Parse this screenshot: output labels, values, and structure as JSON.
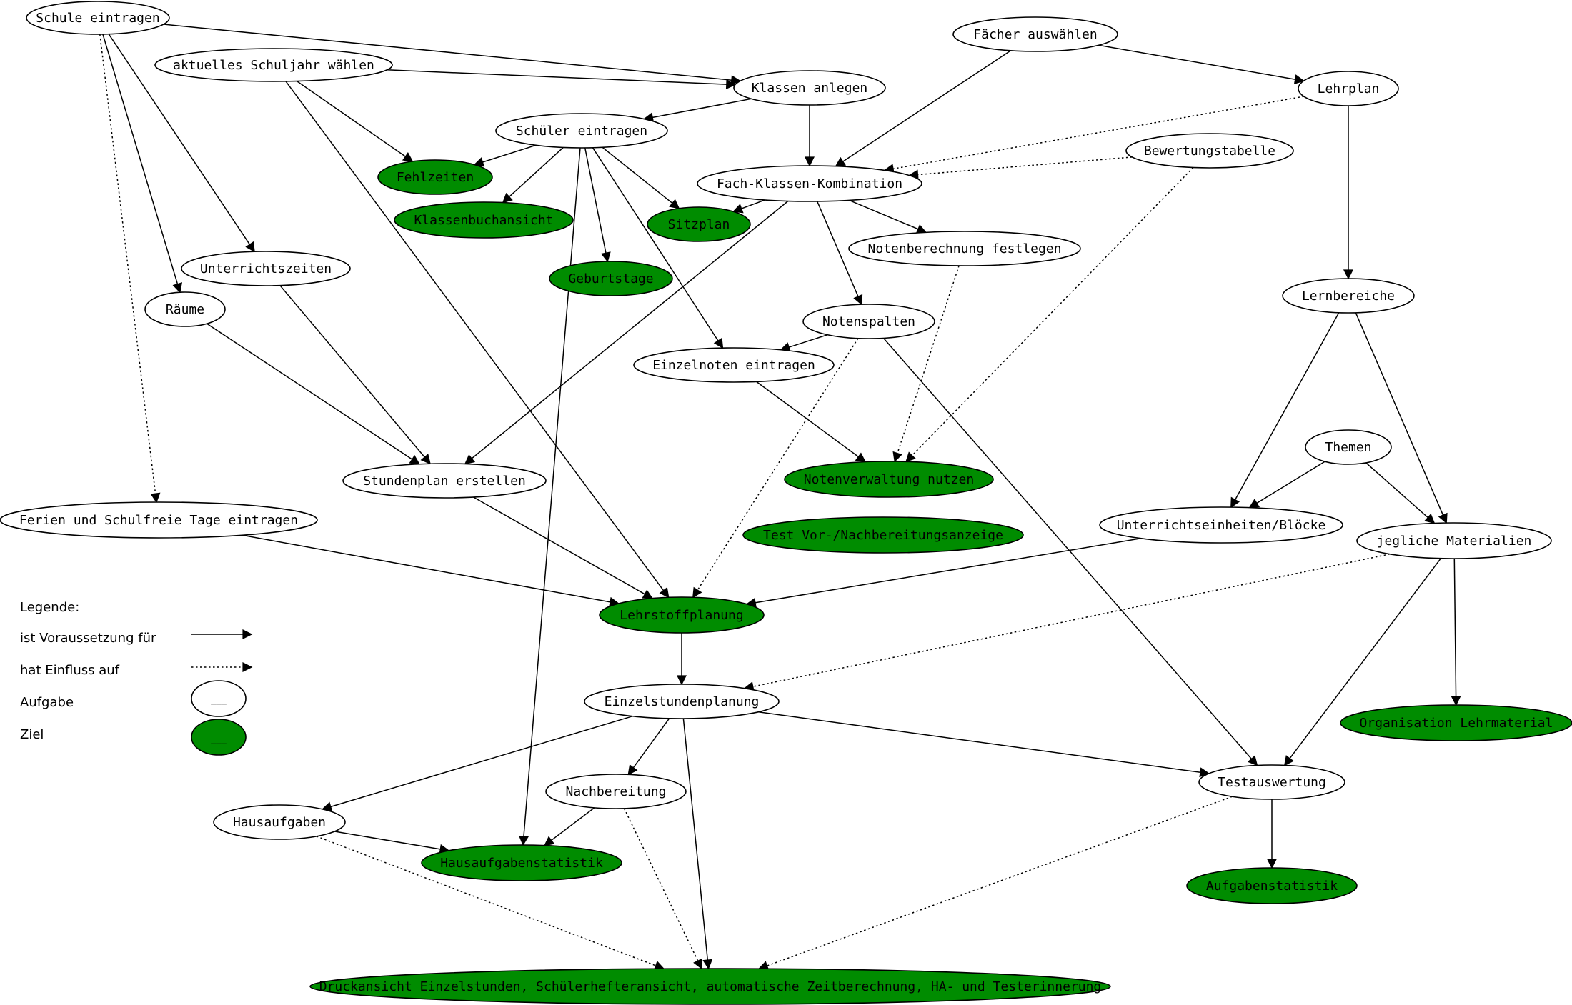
{
  "colors": {
    "goal": "#008c00",
    "task": "#ffffff",
    "stroke": "#000000"
  },
  "nodes": [
    {
      "id": "schule",
      "label": "Schule eintragen",
      "kind": "task"
    },
    {
      "id": "schuljahr",
      "label": "aktuelles Schuljahr wählen",
      "kind": "task"
    },
    {
      "id": "klassen",
      "label": "Klassen anlegen",
      "kind": "task"
    },
    {
      "id": "faecher",
      "label": "Fächer auswählen",
      "kind": "task"
    },
    {
      "id": "lehrplan",
      "label": "Lehrplan",
      "kind": "task"
    },
    {
      "id": "schueler",
      "label": "Schüler eintragen",
      "kind": "task"
    },
    {
      "id": "bewertung",
      "label": "Bewertungstabelle",
      "kind": "task"
    },
    {
      "id": "fehlzeiten",
      "label": "Fehlzeiten",
      "kind": "goal"
    },
    {
      "id": "fachklassen",
      "label": "Fach-Klassen-Kombination",
      "kind": "task"
    },
    {
      "id": "klassenbuch",
      "label": "Klassenbuchansicht",
      "kind": "goal"
    },
    {
      "id": "sitzplan",
      "label": "Sitzplan",
      "kind": "goal"
    },
    {
      "id": "notenberechnung",
      "label": "Notenberechnung festlegen",
      "kind": "task"
    },
    {
      "id": "unterrichtszeiten",
      "label": "Unterrichtszeiten",
      "kind": "task"
    },
    {
      "id": "geburtstage",
      "label": "Geburtstage",
      "kind": "goal"
    },
    {
      "id": "lernbereiche",
      "label": "Lernbereiche",
      "kind": "task"
    },
    {
      "id": "raeume",
      "label": "Räume",
      "kind": "task"
    },
    {
      "id": "notenspalten",
      "label": "Notenspalten",
      "kind": "task"
    },
    {
      "id": "einzelnoten",
      "label": "Einzelnoten eintragen",
      "kind": "task"
    },
    {
      "id": "themen",
      "label": "Themen",
      "kind": "task"
    },
    {
      "id": "notenverwaltung",
      "label": "Notenverwaltung nutzen",
      "kind": "goal"
    },
    {
      "id": "stundenplan",
      "label": "Stundenplan erstellen",
      "kind": "task"
    },
    {
      "id": "ferien",
      "label": "Ferien und Schulfreie Tage eintragen",
      "kind": "task"
    },
    {
      "id": "ue",
      "label": "Unterrichtseinheiten/Blöcke",
      "kind": "task"
    },
    {
      "id": "test_vor",
      "label": "Test Vor-/Nachbereitungsanzeige",
      "kind": "goal"
    },
    {
      "id": "materialien",
      "label": "jegliche Materialien",
      "kind": "task"
    },
    {
      "id": "lehrstoff",
      "label": "Lehrstoffplanung",
      "kind": "goal"
    },
    {
      "id": "einzelstunden",
      "label": "Einzelstundenplanung",
      "kind": "task"
    },
    {
      "id": "org_lehrmaterial",
      "label": "Organisation Lehrmaterial",
      "kind": "goal"
    },
    {
      "id": "testauswertung",
      "label": "Testauswertung",
      "kind": "task"
    },
    {
      "id": "nachbereitung",
      "label": "Nachbereitung",
      "kind": "task"
    },
    {
      "id": "hausaufgaben",
      "label": "Hausaufgaben",
      "kind": "task"
    },
    {
      "id": "ha_statistik",
      "label": "Hausaufgabenstatistik",
      "kind": "goal"
    },
    {
      "id": "aufgabenstatistik",
      "label": "Aufgabenstatistik",
      "kind": "goal"
    },
    {
      "id": "druckansicht",
      "label": "Druckansicht Einzelstunden, Schülerhefteransicht, automatische Zeitberechnung, HA- und Testerinnerung",
      "kind": "goal"
    }
  ],
  "edges": [
    {
      "from": "schule",
      "to": "klassen",
      "style": "solid"
    },
    {
      "from": "schule",
      "to": "unterrichtszeiten",
      "style": "solid"
    },
    {
      "from": "schule",
      "to": "raeume",
      "style": "solid"
    },
    {
      "from": "schule",
      "to": "ferien",
      "style": "dotted"
    },
    {
      "from": "schuljahr",
      "to": "klassen",
      "style": "solid"
    },
    {
      "from": "schuljahr",
      "to": "fehlzeiten",
      "style": "solid"
    },
    {
      "from": "schuljahr",
      "to": "lehrstoff",
      "style": "solid"
    },
    {
      "from": "klassen",
      "to": "schueler",
      "style": "solid"
    },
    {
      "from": "klassen",
      "to": "fachklassen",
      "style": "solid"
    },
    {
      "from": "faecher",
      "to": "fachklassen",
      "style": "solid"
    },
    {
      "from": "faecher",
      "to": "lehrplan",
      "style": "solid"
    },
    {
      "from": "lehrplan",
      "to": "fachklassen",
      "style": "dotted"
    },
    {
      "from": "lehrplan",
      "to": "lernbereiche",
      "style": "solid"
    },
    {
      "from": "bewertung",
      "to": "fachklassen",
      "style": "dotted"
    },
    {
      "from": "bewertung",
      "to": "notenverwaltung",
      "style": "dotted"
    },
    {
      "from": "schueler",
      "to": "fehlzeiten",
      "style": "solid"
    },
    {
      "from": "schueler",
      "to": "klassenbuch",
      "style": "solid"
    },
    {
      "from": "schueler",
      "to": "sitzplan",
      "style": "solid"
    },
    {
      "from": "schueler",
      "to": "geburtstage",
      "style": "solid"
    },
    {
      "from": "schueler",
      "to": "einzelnoten",
      "style": "solid"
    },
    {
      "from": "schueler",
      "to": "ha_statistik",
      "style": "solid"
    },
    {
      "from": "fachklassen",
      "to": "sitzplan",
      "style": "solid"
    },
    {
      "from": "fachklassen",
      "to": "notenberechnung",
      "style": "solid"
    },
    {
      "from": "fachklassen",
      "to": "notenspalten",
      "style": "solid"
    },
    {
      "from": "fachklassen",
      "to": "stundenplan",
      "style": "solid"
    },
    {
      "from": "notenberechnung",
      "to": "notenverwaltung",
      "style": "dotted"
    },
    {
      "from": "notenspalten",
      "to": "einzelnoten",
      "style": "solid"
    },
    {
      "from": "notenspalten",
      "to": "lehrstoff",
      "style": "dotted"
    },
    {
      "from": "notenspalten",
      "to": "testauswertung",
      "style": "solid"
    },
    {
      "from": "einzelnoten",
      "to": "notenverwaltung",
      "style": "solid"
    },
    {
      "from": "unterrichtszeiten",
      "to": "stundenplan",
      "style": "solid"
    },
    {
      "from": "raeume",
      "to": "stundenplan",
      "style": "solid"
    },
    {
      "from": "stundenplan",
      "to": "lehrstoff",
      "style": "solid"
    },
    {
      "from": "ferien",
      "to": "lehrstoff",
      "style": "solid"
    },
    {
      "from": "lernbereiche",
      "to": "ue",
      "style": "solid"
    },
    {
      "from": "lernbereiche",
      "to": "materialien",
      "style": "solid"
    },
    {
      "from": "themen",
      "to": "ue",
      "style": "solid"
    },
    {
      "from": "themen",
      "to": "materialien",
      "style": "solid"
    },
    {
      "from": "ue",
      "to": "lehrstoff",
      "style": "solid"
    },
    {
      "from": "materialien",
      "to": "einzelstunden",
      "style": "dotted"
    },
    {
      "from": "materialien",
      "to": "org_lehrmaterial",
      "style": "solid"
    },
    {
      "from": "materialien",
      "to": "testauswertung",
      "style": "solid"
    },
    {
      "from": "lehrstoff",
      "to": "einzelstunden",
      "style": "solid"
    },
    {
      "from": "einzelstunden",
      "to": "hausaufgaben",
      "style": "solid"
    },
    {
      "from": "einzelstunden",
      "to": "nachbereitung",
      "style": "solid"
    },
    {
      "from": "einzelstunden",
      "to": "testauswertung",
      "style": "solid"
    },
    {
      "from": "einzelstunden",
      "to": "druckansicht",
      "style": "solid"
    },
    {
      "from": "nachbereitung",
      "to": "ha_statistik",
      "style": "solid"
    },
    {
      "from": "nachbereitung",
      "to": "druckansicht",
      "style": "dotted"
    },
    {
      "from": "hausaufgaben",
      "to": "ha_statistik",
      "style": "solid"
    },
    {
      "from": "hausaufgaben",
      "to": "druckansicht",
      "style": "dotted"
    },
    {
      "from": "testauswertung",
      "to": "aufgabenstatistik",
      "style": "solid"
    },
    {
      "from": "testauswertung",
      "to": "druckansicht",
      "style": "dotted"
    }
  ],
  "legend": {
    "title": "Legende:",
    "requirement": "ist Voraussetzung für",
    "influence": "hat Einfluss auf",
    "task": "Aufgabe",
    "goal": "Ziel",
    "placeholder": "___"
  }
}
